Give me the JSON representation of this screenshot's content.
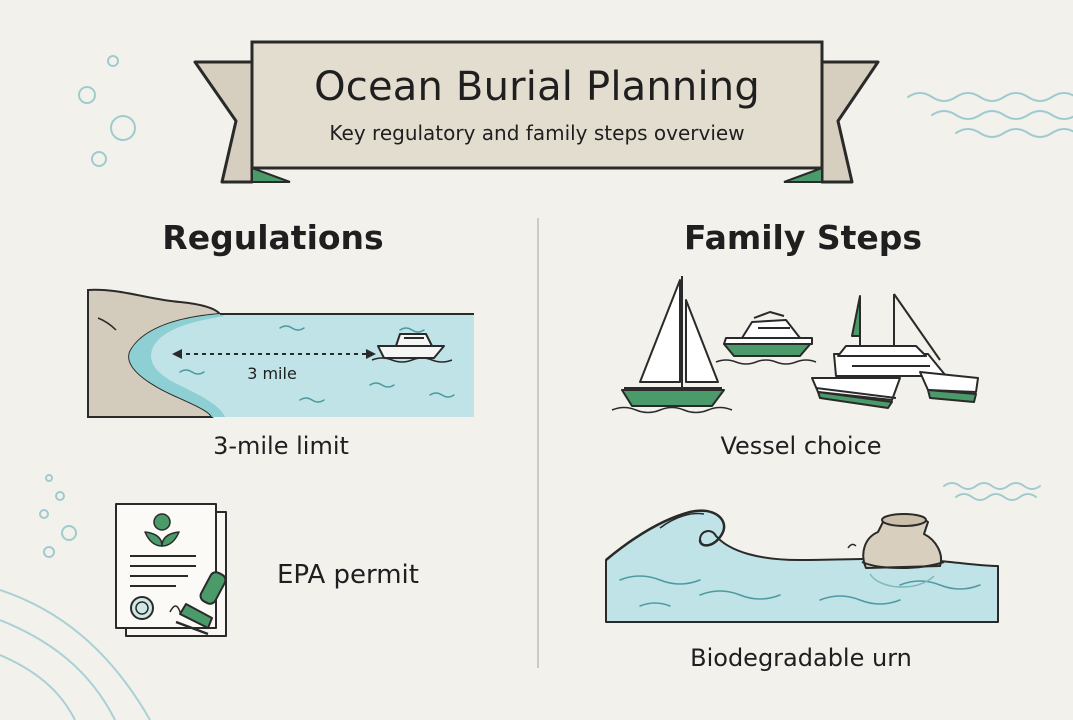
{
  "title": "Ocean Burial Planning",
  "subtitle": "Key regulatory and family steps overview",
  "sections": {
    "regulations": {
      "heading": "Regulations",
      "items": {
        "limit": {
          "label": "3-mile limit",
          "map_label": "3 mile"
        },
        "permit": {
          "label": "EPA permit"
        }
      }
    },
    "family": {
      "heading": "Family Steps",
      "items": {
        "vessel": {
          "label": "Vessel choice"
        },
        "urn": {
          "label": "Biodegradable urn"
        }
      }
    }
  },
  "colors": {
    "background": "#f3f1ec",
    "banner": "#e3ddd0",
    "water": "#bfe3e6",
    "accent_green": "#4a9a6a",
    "ink": "#1f1f1f",
    "sand": "#d3cbbb"
  }
}
